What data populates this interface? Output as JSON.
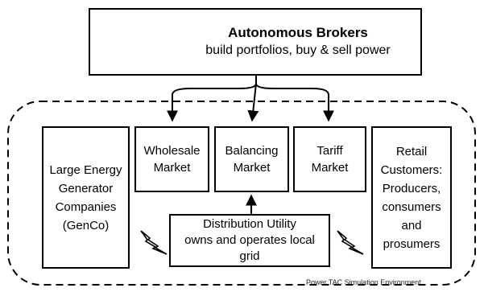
{
  "brokers": {
    "title": "Autonomous Brokers",
    "subtitle": "build portfolios, buy & sell power",
    "icon": "people-group-icon"
  },
  "genco": {
    "label": "Large Energy\nGenerator\nCompanies\n(GenCo)"
  },
  "markets": {
    "wholesale": "Wholesale\nMarket",
    "balancing": "Balancing\nMarket",
    "tariff": "Tariff\nMarket"
  },
  "retail": {
    "label": "Retail\nCustomers:\nProducers,\nconsumers\nand\nprosumers"
  },
  "utility": {
    "label": "Distribution Utility\nowns and operates local\ngrid"
  },
  "environment": {
    "label": "Power TAC Simulation Environment"
  },
  "icons": {
    "left_flash": "lightning-icon",
    "right_flash": "lightning-icon"
  }
}
